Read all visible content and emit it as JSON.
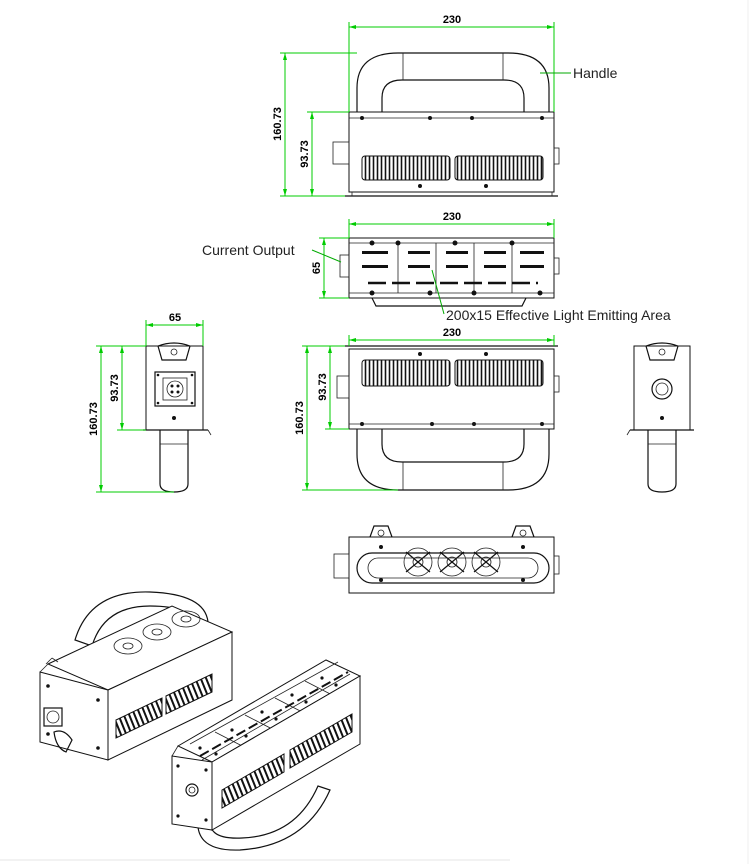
{
  "callouts": {
    "handle": "Handle",
    "current_output": "Current Output",
    "effective_area": "200x15 Effective Light Emitting Area"
  },
  "dimensions": {
    "width_top": "230",
    "height_total_top": "160.73",
    "height_body_top": "93.73",
    "width_mid": "230",
    "depth_mid": "65",
    "side_width": "65",
    "side_body_height": "93.73",
    "side_total_height": "160.73",
    "front_width": "230",
    "front_body_height": "93.73",
    "front_total_height": "160.73"
  },
  "colors": {
    "dimension_line": "#00cc00",
    "outline": "#111111",
    "leader": "#00aa00"
  }
}
